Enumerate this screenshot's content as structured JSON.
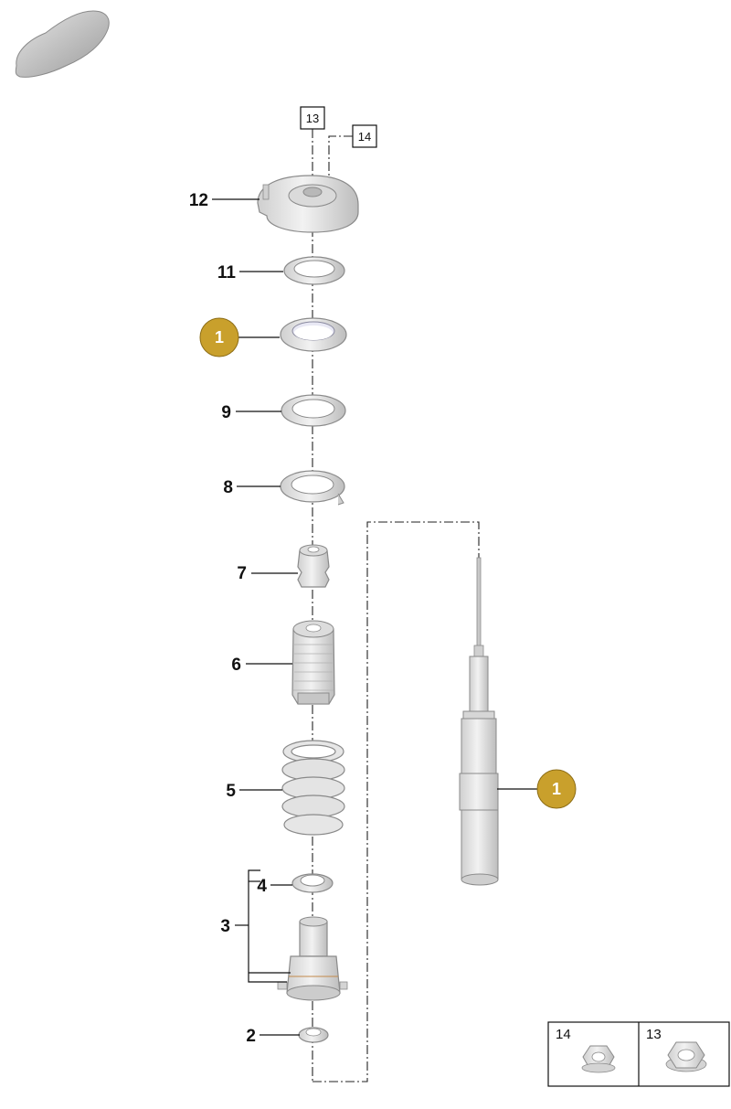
{
  "callouts": {
    "p12": "12",
    "p11": "11",
    "p9": "9",
    "p8": "8",
    "p7": "7",
    "p6": "6",
    "p5": "5",
    "p4": "4",
    "p3": "3",
    "p2": "2",
    "badge_left": "1",
    "badge_right": "1"
  },
  "ref_boxes": {
    "top": "13",
    "side": "14"
  },
  "inset": {
    "left_label": "14",
    "right_label": "13"
  },
  "colors": {
    "badge": "#c9a02c",
    "part_fill": "#e4e4e4",
    "part_shade": "#c8c8c8"
  },
  "icons": {
    "car": "car-silhouette-icon"
  }
}
